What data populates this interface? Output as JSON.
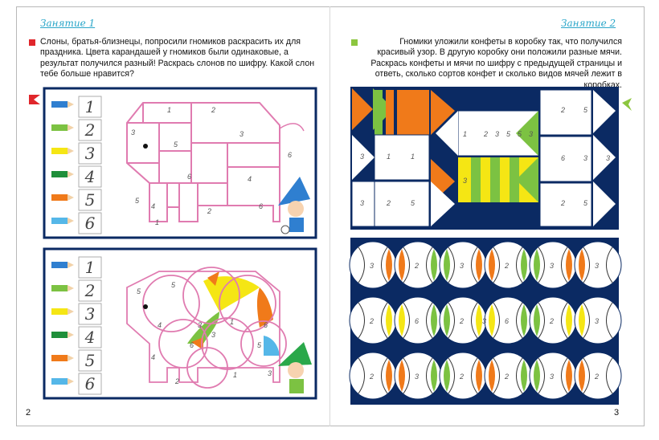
{
  "left_page": {
    "lesson_title": "Занятие 1",
    "instruction": "Слоны, братья-близнецы, попросили гномиков раскрасить их для праздника. Цвета карандашей у гномиков были одинаковые, а результат получился разный! Раскрась слонов по шифру. Какой слон тебе больше нравится?",
    "page_number": "2",
    "legend": [
      "1",
      "2",
      "3",
      "4",
      "5",
      "6"
    ],
    "pencil_colors": [
      "#2f7fd0",
      "#7cc242",
      "#f5e614",
      "#1f8f3a",
      "#f07a1a",
      "#55b7e8"
    ],
    "elephant1_numbers": [
      "1",
      "2",
      "3",
      "3",
      "5",
      "4",
      "6",
      "6",
      "5",
      "4",
      "2",
      "1",
      "6"
    ],
    "elephant2_numbers": [
      "5",
      "5",
      "4",
      "3",
      "3",
      "1",
      "4",
      "6",
      "6",
      "5",
      "2",
      "1",
      "3"
    ]
  },
  "right_page": {
    "lesson_title": "Занятие 2",
    "instruction": "Гномики уложили конфеты в коробку так, что получился красивый узор. В другую коробку они положили разные мячи. Раскрась конфеты и мячи по шифру с предыдущей страницы и ответь, сколько сортов конфет и сколько видов мячей лежит в коробках.",
    "page_number": "3",
    "candy_numbers": [
      "3",
      "1",
      "1",
      "1",
      "2",
      "3",
      "5",
      "5",
      "3",
      "2",
      "5",
      "6",
      "2",
      "3",
      "3",
      "2",
      "3",
      "5",
      "3",
      "5"
    ],
    "ball_numbers": [
      "3",
      "2",
      "3",
      "2",
      "3",
      "3",
      "2",
      "6",
      "2",
      "6",
      "2",
      "3",
      "2",
      "3",
      "2",
      "2",
      "3",
      "2",
      "3"
    ]
  },
  "colors": {
    "heading_blue": "#2aa6c9",
    "box_navy": "#0b2a63",
    "elephant_pink": "#e07bb0",
    "bullet_red": "#e0262b",
    "bullet_green": "#8cc63f",
    "orange": "#f07a1a",
    "green": "#7cc242",
    "yellow": "#f5e614"
  }
}
